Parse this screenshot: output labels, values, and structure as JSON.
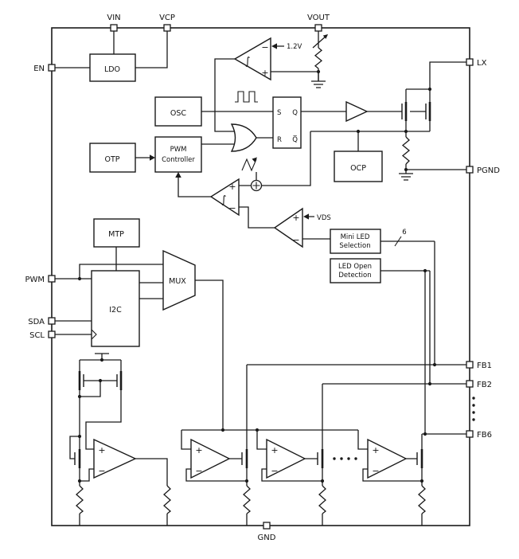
{
  "colors": {
    "ink": "#1a1a1a",
    "paper": "#ffffff"
  },
  "pins": {
    "vin": "VIN",
    "vcp": "VCP",
    "vout": "VOUT",
    "en": "EN",
    "pwm": "PWM",
    "sda": "SDA",
    "scl": "SCL",
    "lx": "LX",
    "pgnd": "PGND",
    "fb1": "FB1",
    "fb2": "FB2",
    "fb6": "FB6",
    "gnd": "GND"
  },
  "blocks": {
    "ldo": "LDO",
    "osc": "OSC",
    "otp": "OTP",
    "pwm_ctrl_1": "PWM",
    "pwm_ctrl_2": "Controller",
    "ocp": "OCP",
    "mtp": "MTP",
    "i2c": "I2C",
    "mux": "MUX",
    "mini_led_1": "Mini LED",
    "mini_led_2": "Selection",
    "led_open_1": "LED Open",
    "led_open_2": "Detection"
  },
  "latch": {
    "s": "S",
    "r": "R",
    "q": "Q",
    "qb": "Q̅"
  },
  "signals": {
    "vref": "1.2V",
    "vds": "VDS",
    "bus_width": "6"
  },
  "symbols": {
    "plus": "+",
    "minus": "−",
    "integral": "∫"
  }
}
